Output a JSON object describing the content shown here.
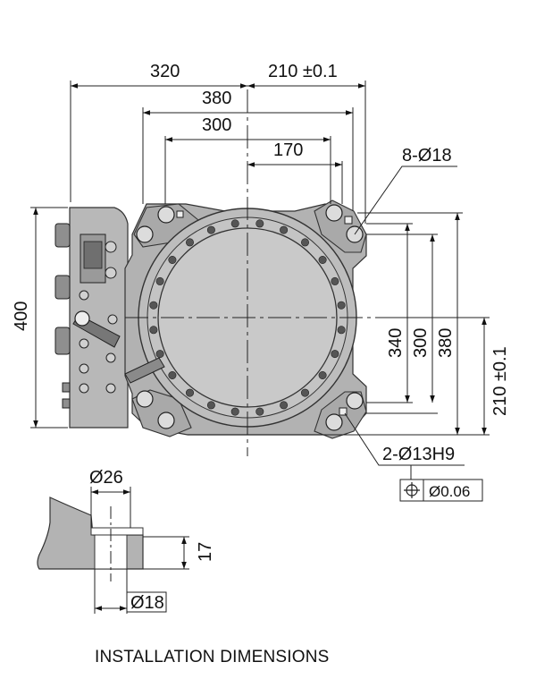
{
  "dimensions": {
    "top_320": "320",
    "top_210": "210 ±0.1",
    "top_380": "380",
    "top_300": "300",
    "top_170": "170",
    "left_400": "400",
    "right_340": "340",
    "right_300": "300",
    "right_380": "380",
    "right_210": "210 ±0.1"
  },
  "callouts": {
    "holes_8": "8-Ø18",
    "holes_2": "2-Ø13H9",
    "tolerance": "Ø0.06"
  },
  "detail": {
    "counterbore": "Ø26",
    "bore": "Ø18",
    "depth": "17"
  },
  "caption": "INSTALLATION DIMENSIONS"
}
